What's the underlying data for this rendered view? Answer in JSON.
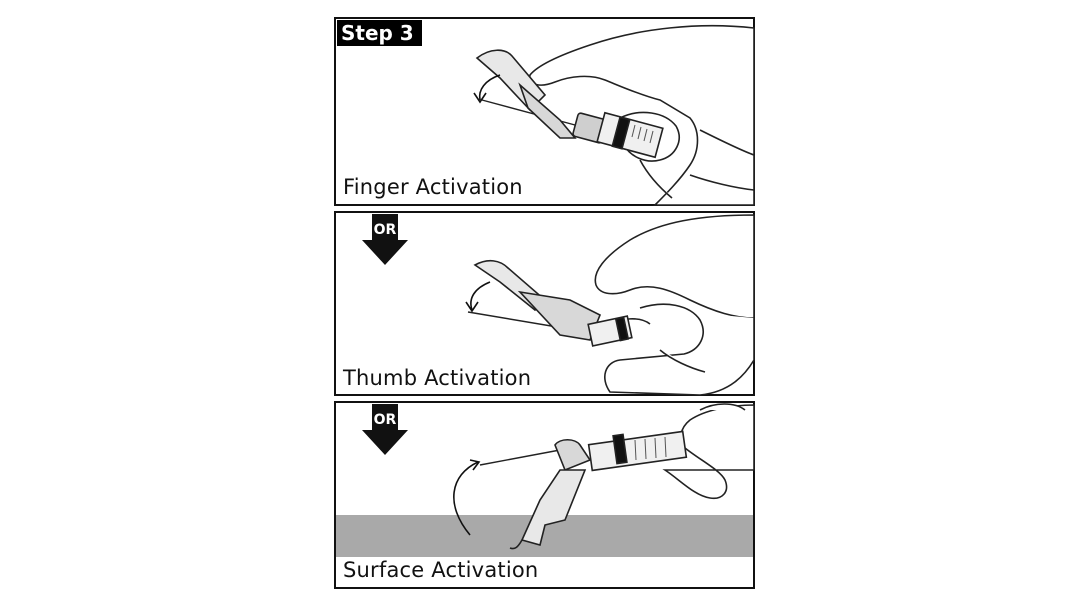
{
  "step_title": "Step 3",
  "panels": [
    {
      "label": "Finger Activation"
    },
    {
      "label": "Thumb Activation"
    },
    {
      "label": "Surface Activation"
    }
  ],
  "separators": [
    {
      "label": "OR"
    },
    {
      "label": "OR"
    }
  ]
}
